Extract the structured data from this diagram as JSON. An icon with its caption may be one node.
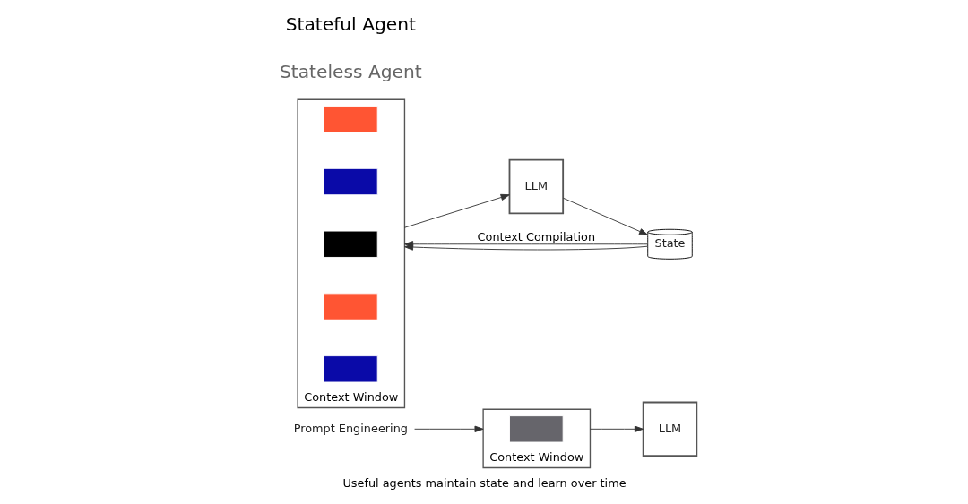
{
  "diagram": {
    "caption": "Useful agents maintain state and learn over time",
    "nodes": [
      {
        "text": [
          "Context Window"
        ]
      },
      {
        "text": [],
        "shape": "bar",
        "in": 0
      },
      {
        "text": [
          "LLM"
        ]
      },
      {
        "text": [
          "Prompt Engineering"
        ]
      },
      {
        "text": [
          "Context Window"
        ]
      },
      {
        "text": [],
        "shape": "bar",
        "in": 4
      },
      {
        "text": [],
        "shape": "bar",
        "in": 4
      },
      {
        "text": [],
        "shape": "bar",
        "in": 4
      },
      {
        "text": [],
        "shape": "bar",
        "in": 4
      },
      {
        "text": [],
        "shape": "bar",
        "in": 4
      },
      {
        "text": [
          "LLM"
        ]
      },
      {
        "text": [
          "State"
        ]
      }
    ],
    "edges": [
      {
        "from": 0,
        "to": 2,
        "arrow": "to"
      },
      {
        "from": 3,
        "to": 0,
        "arrow": "to"
      },
      {
        "from": 4,
        "to": 10,
        "arrow": "to"
      },
      {
        "from": 10,
        "to": 11,
        "arrow": "to"
      },
      {
        "from": 11,
        "to": 4,
        "arrow": "to",
        "label": "Context Compilation"
      },
      {
        "from": 11,
        "to": 4,
        "arrow": "to"
      }
    ],
    "labels": [
      "Stateless Agent",
      "Stateful Agent"
    ]
  }
}
